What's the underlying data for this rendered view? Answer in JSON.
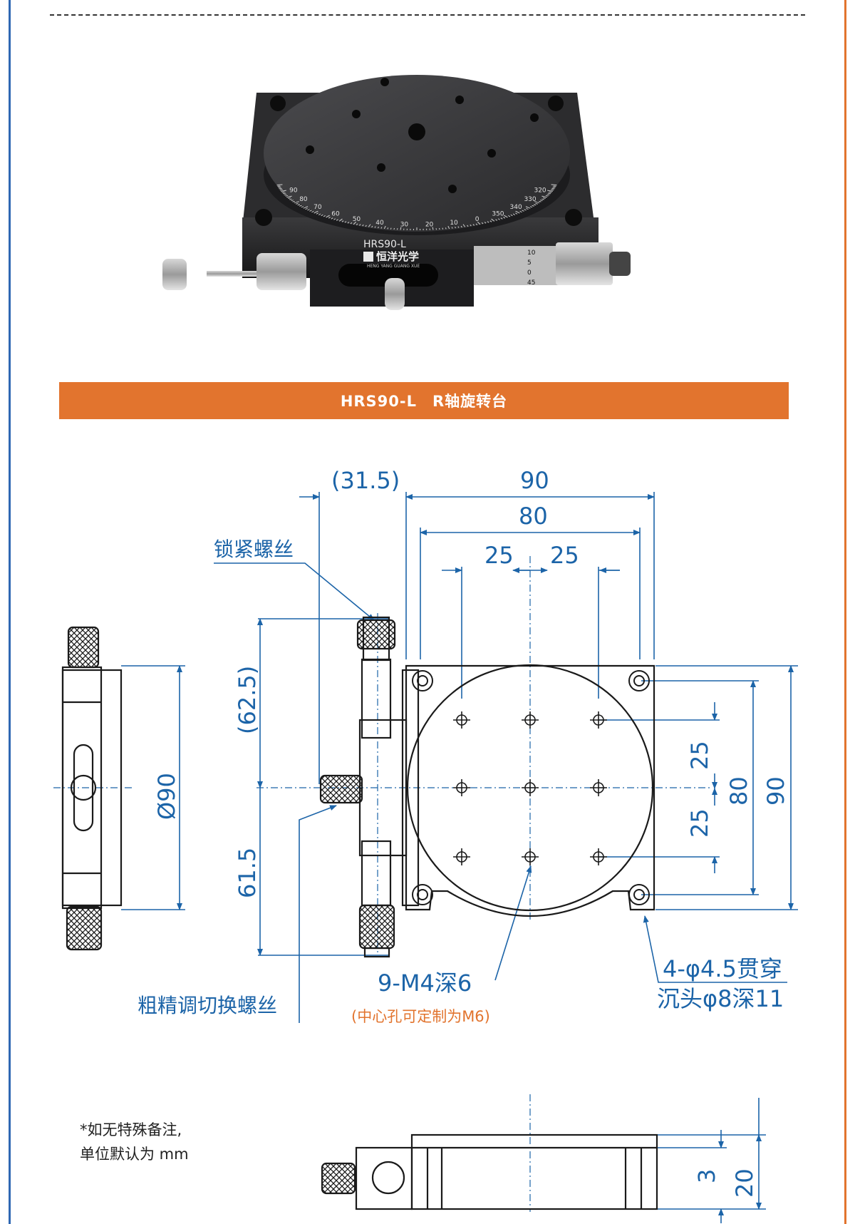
{
  "colors": {
    "accent": "#e2742e",
    "frame_left": "#2f68b3",
    "frame_right": "#e2742e",
    "dimension": "#1c64a8",
    "part": "#1a1a1a"
  },
  "product": {
    "engraving_model": "HRS90-L",
    "engraving_brand": "恒洋光学",
    "engraving_pinyin": "HENG YANG GUANG XUE",
    "scale_marks": [
      "90",
      "80",
      "70",
      "60",
      "50",
      "40",
      "30",
      "20",
      "10",
      "0",
      "350",
      "340",
      "330",
      "320"
    ],
    "micrometer_marks": [
      "10",
      "5",
      "0",
      "45"
    ]
  },
  "banner": {
    "title": "HRS90-L　R轴旋转台"
  },
  "dimensions": {
    "top_offset": "(31.5)",
    "width_outer": "90",
    "width_inner": "80",
    "pitch_left": "25",
    "pitch_right": "25",
    "left_upper": "(62.5)",
    "left_lower": "61.5",
    "diameter": "Ø90",
    "right_pitch_upper": "25",
    "right_pitch_lower": "25",
    "right_inner": "80",
    "right_outer": "90",
    "side_small": "3",
    "side_height": "20"
  },
  "labels": {
    "lock_screw": "锁紧螺丝",
    "switch_screw": "粗精调切换螺丝",
    "holes": "9-M4深6",
    "holes_note": "(中心孔可定制为M6)",
    "mount_line1": "4-φ4.5贯穿",
    "mount_line2": "沉头φ8深11"
  },
  "footnote": {
    "line1": "*如无特殊备注,",
    "line2": "单位默认为 mm"
  }
}
